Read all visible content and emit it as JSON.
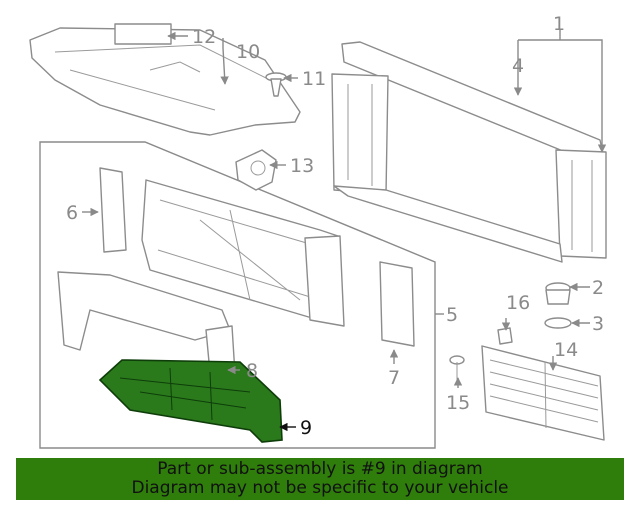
{
  "diagram": {
    "callouts": [
      "1",
      "2",
      "3",
      "4",
      "5",
      "6",
      "7",
      "8",
      "9",
      "10",
      "11",
      "12",
      "13",
      "14",
      "15",
      "16"
    ],
    "highlighted_callout": "9",
    "colors": {
      "highlight": "#1f6e1a",
      "banner": "#2f7d0b",
      "line": "#8c8c8c"
    }
  },
  "banner": {
    "line1": "Part or sub-assembly is #9 in diagram",
    "line2": "Diagram may not be specific to your vehicle"
  }
}
